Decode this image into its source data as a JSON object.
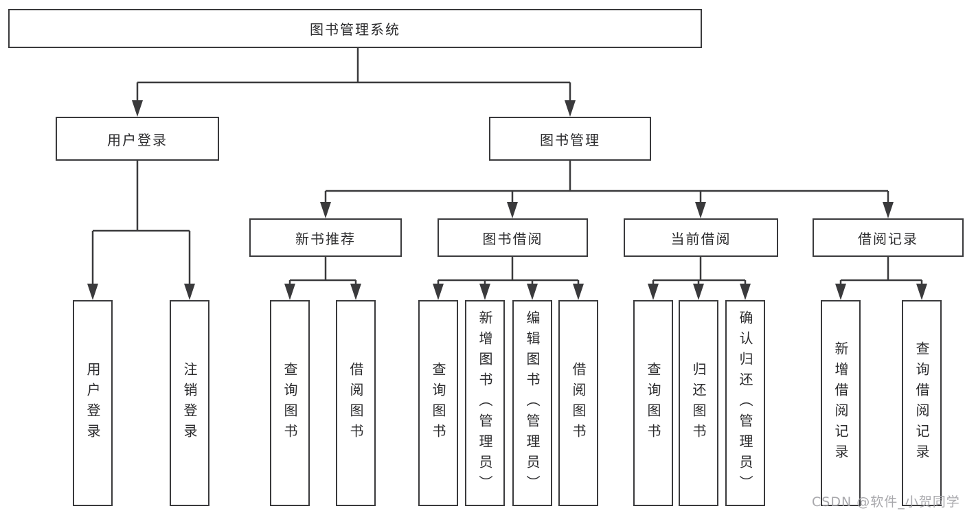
{
  "tree": {
    "root": "图书管理系统",
    "branches": [
      {
        "label": "用户登录",
        "children": [
          "用户登录",
          "注销登录"
        ]
      },
      {
        "label": "图书管理",
        "sections": [
          {
            "label": "新书推荐",
            "children": [
              "查询图书",
              "借阅图书"
            ]
          },
          {
            "label": "图书借阅",
            "children": [
              "查询图书",
              "新增图书（管理员）",
              "编辑图书（管理员）",
              "借阅图书"
            ]
          },
          {
            "label": "当前借阅",
            "children": [
              "查询图书",
              "归还图书",
              "确认归还（管理员）"
            ]
          },
          {
            "label": "借阅记录",
            "children": [
              "新增借阅记录",
              "查询借阅记录"
            ]
          }
        ]
      }
    ]
  },
  "watermark": "CSDN @软件_小贺同学",
  "colors": {
    "line": "#3a3a3c",
    "text": "#2c2c2e",
    "box_background": "#ffffff",
    "watermark": "#a3a3a8"
  }
}
